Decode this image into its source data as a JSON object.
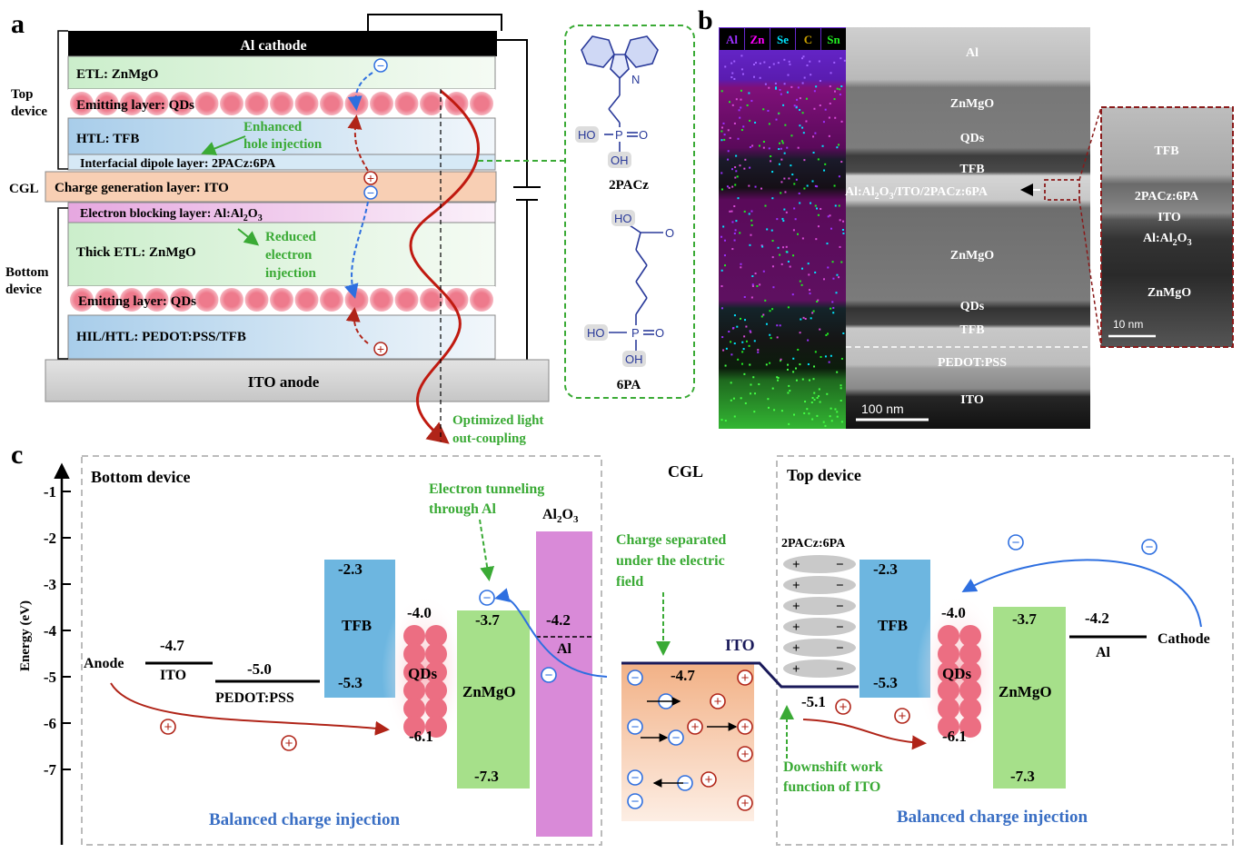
{
  "panels": {
    "a": "a",
    "b": "b",
    "c": "c"
  },
  "panel_a": {
    "cathode": "Al cathode",
    "etl": "ETL: ZnMgO",
    "eml_top": "Emitting layer: QDs",
    "htl": "HTL: TFB",
    "dipole": "Interfacial dipole layer: 2PACz:6PA",
    "cgl": "Charge generation layer: ITO",
    "ebl": "Electron blocking layer: Al:Al",
    "ebl_sub": "2",
    "ebl_mid": "O",
    "ebl_sub2": "3",
    "thick_etl": "Thick ETL: ZnMgO",
    "eml_bottom": "Emitting layer: QDs",
    "hil": "HIL/HTL: PEDOT:PSS/TFB",
    "anode": "ITO anode",
    "top_device_1": "Top",
    "top_device_2": "device",
    "cgl_label": "CGL",
    "bottom_device_1": "Bottom",
    "bottom_device_2": "device",
    "enhanced_1": "Enhanced",
    "enhanced_2": "hole injection",
    "reduced_1": "Reduced",
    "reduced_2": "electron",
    "reduced_3": "injection",
    "optimized_1": "Optimized light",
    "optimized_2": "out-coupling",
    "mol1": "2PACz",
    "mol2": "6PA",
    "ho": "HO",
    "oh": "OH",
    "p": "P",
    "o": "O",
    "n": "N"
  },
  "panel_b": {
    "elements": [
      {
        "label": "Al",
        "color": "#9b30ff"
      },
      {
        "label": "Zn",
        "color": "#ff00ff"
      },
      {
        "label": "Se",
        "color": "#00e5ff"
      },
      {
        "label": "C",
        "color": "#c8a000"
      },
      {
        "label": "Sn",
        "color": "#22ee22"
      }
    ],
    "layers": [
      "Al",
      "ZnMgO",
      "QDs",
      "TFB",
      "ZnMgO",
      "QDs",
      "TFB",
      "PEDOT:PSS",
      "ITO"
    ],
    "interface": "Al:Al",
    "interface_sub1": "2",
    "interface_mid": "O",
    "interface_sub2": "3",
    "interface_rest": "/ITO/2PACz:6PA",
    "scale": "100 nm",
    "inset_layers": [
      "TFB",
      "2PACz:6PA",
      "ITO",
      "Al:Al",
      "ZnMgO"
    ],
    "inset_sub1": "2",
    "inset_mid": "O",
    "inset_sub2": "3",
    "inset_scale": "10 nm"
  },
  "panel_c": {
    "ylabel": "Energy (eV)",
    "yticks": [
      "-1",
      "-2",
      "-3",
      "-4",
      "-5",
      "-6",
      "-7"
    ],
    "bottom_device": "Bottom device",
    "top_device": "Top device",
    "cgl": "CGL",
    "anode": "Anode",
    "cathode": "Cathode",
    "ito": "ITO",
    "ito_val": "-4.7",
    "pedot": "PEDOT:PSS",
    "pedot_val": "-5.0",
    "tfb": "TFB",
    "tfb_top": "-2.3",
    "tfb_bot": "-5.3",
    "qds": "QDs",
    "qds_top": "-4.0",
    "qds_bot": "-6.1",
    "znmgo": "ZnMgO",
    "zn_top": "-3.7",
    "zn_bot": "-7.3",
    "al2o3": "Al",
    "al2o3_sub1": "2",
    "al2o3_mid": "O",
    "al2o3_sub2": "3",
    "al_val": "-4.2",
    "al": "Al",
    "cgl_ito": "ITO",
    "cgl_val": "-4.7",
    "shift_val": "-5.1",
    "dipole": "2PACz:6PA",
    "tunneling_1": "Electron tunneling",
    "tunneling_2": "through Al",
    "separated_1": "Charge separated",
    "separated_2": "under the electric",
    "separated_3": "field",
    "downshift_1": "Downshift work",
    "downshift_2": "function of ITO",
    "balanced": "Balanced charge injection",
    "plus": "+",
    "minus": "−"
  },
  "colors": {
    "green_text": "#3aaa35",
    "blue_text": "#3a6fc4",
    "red_arrow": "#b02418",
    "blue_arrow": "#2e6fe0",
    "tfb": "#6db6e0",
    "znmgo": "#a6e08a",
    "al2o3": "#d98ad8",
    "qd": "#e8687c"
  }
}
